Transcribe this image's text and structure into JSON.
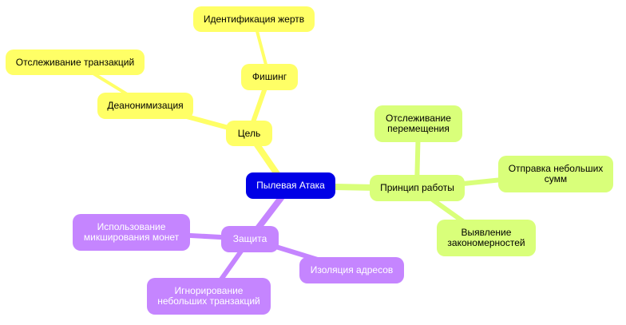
{
  "diagram": {
    "root": {
      "label": "Пылевая Атака"
    },
    "colors": {
      "root": "#0000e6",
      "goal": "#ffff66",
      "principle": "#d9ff7a",
      "protection": "#c585ff"
    },
    "branches": {
      "goal": {
        "label": "Цель",
        "children": [
          {
            "label": "Фишинг",
            "children": [
              {
                "label": "Идентификация жертв"
              }
            ]
          },
          {
            "label": "Деанонимизация",
            "children": [
              {
                "label": "Отслеживание транзакций"
              }
            ]
          }
        ]
      },
      "principle": {
        "label": "Принцип работы",
        "children": [
          {
            "label": "Отслеживание\nперемещения"
          },
          {
            "label": "Отправка небольших\nсумм"
          },
          {
            "label": "Выявление\nзакономерностей"
          }
        ]
      },
      "protection": {
        "label": "Защита",
        "children": [
          {
            "label": "Использование\nмикширования монет"
          },
          {
            "label": "Изоляция адресов"
          },
          {
            "label": "Игнорирование\nнебольших транзакций"
          }
        ]
      }
    }
  }
}
